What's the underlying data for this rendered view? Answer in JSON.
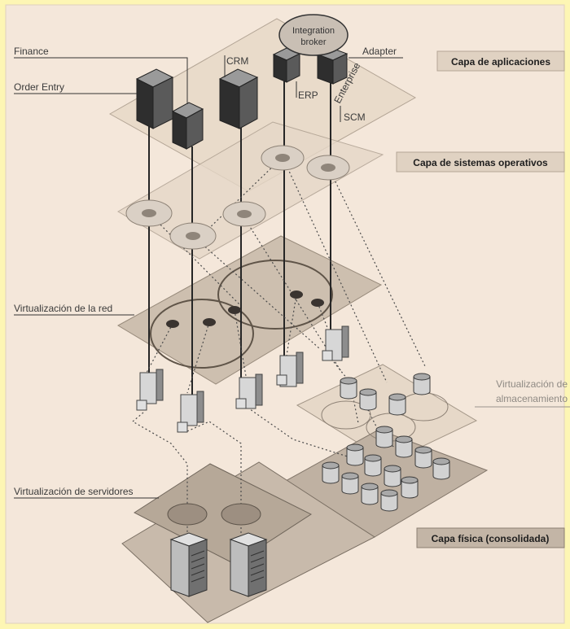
{
  "diagram": {
    "layers": {
      "applications": "Capa de aplicaciones",
      "operating_systems": "Capa de sistemas operativos",
      "network_virtualization": "Virtualización de la red",
      "storage_virtualization_line1": "Virtualización de",
      "storage_virtualization_line2": "almacenamiento",
      "server_virtualization": "Virtualización de servidores",
      "physical": "Capa física (consolidada)"
    },
    "applications": {
      "finance": "Finance",
      "order_entry": "Order Entry",
      "crm": "CRM",
      "erp": "ERP",
      "enterprise": "Enterprise",
      "scm": "SCM",
      "adapter": "Adapter",
      "broker_line1": "Integration",
      "broker_line2": "broker"
    }
  }
}
